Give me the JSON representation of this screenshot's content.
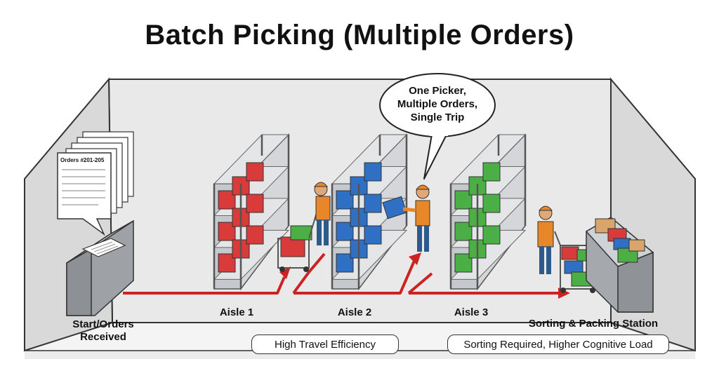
{
  "title": "Batch Picking (Multiple Orders)",
  "callout": {
    "lines": [
      "One Picker,",
      "Multiple Orders,",
      "Single Trip"
    ]
  },
  "orders_sheet": {
    "label": "Orders #201-205"
  },
  "labels": {
    "start": [
      "Start/Orders",
      "Received"
    ],
    "aisle1": "Aisle 1",
    "aisle2": "Aisle 2",
    "aisle3": "Aisle 3",
    "station": "Sorting & Packing Station"
  },
  "notes": {
    "pro": "High Travel Efficiency",
    "con": "Sorting Required, Higher Cognitive Load"
  },
  "colors": {
    "aisle1_boxes": "#d93a3a",
    "aisle2_boxes": "#2f6fc4",
    "aisle3_boxes": "#4caf45",
    "path_arrow": "#cc2222",
    "picker_shirt": "#e8872a",
    "picker_pants": "#2d5a8c",
    "shelf_frame": "#a9adb3",
    "wall": "#e6e6e6",
    "floor": "#f7f7f7"
  }
}
